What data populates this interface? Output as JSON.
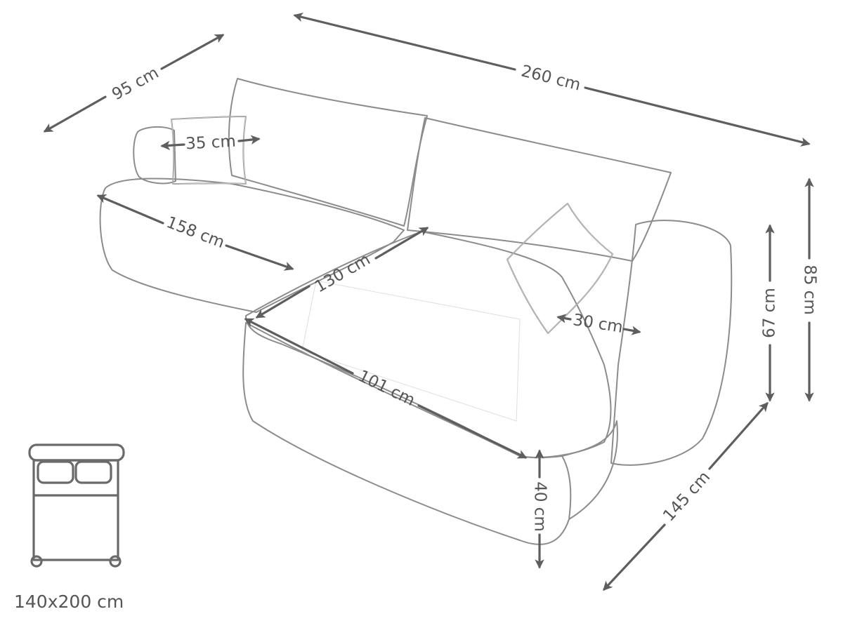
{
  "dimensions": {
    "total_width": "260 cm",
    "depth": "95 cm",
    "back_height": "85 cm",
    "armrest_height": "67 cm",
    "chaise_length": "145 cm",
    "seat_height": "40 cm",
    "seat_depth_left": "158 cm",
    "chaise_seat_depth": "130 cm",
    "chaise_seat_width": "101 cm",
    "cushion_width": "35 cm",
    "armrest_width": "30 cm"
  },
  "bed": {
    "icon": "bed-icon",
    "size_label": "140x200 cm"
  },
  "colors": {
    "line": "#5e5e5e",
    "text": "#555555",
    "sketch": "#8c8c8c"
  }
}
